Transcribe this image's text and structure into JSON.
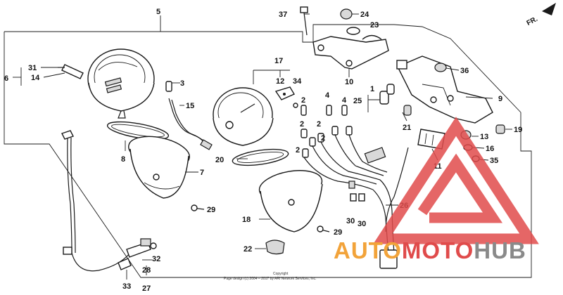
{
  "diagram": {
    "direction_label": "FR.",
    "copyright_lines": [
      "Copyright",
      "Page design (c) 2004 – 2017 by ARI Network Services, Inc."
    ],
    "callouts": [
      "1",
      "2",
      "3",
      "4",
      "5",
      "6",
      "7",
      "8",
      "9",
      "10",
      "11",
      "12",
      "13",
      "14",
      "15",
      "16",
      "17",
      "18",
      "19",
      "20",
      "21",
      "22",
      "23",
      "24",
      "25",
      "26",
      "27",
      "28",
      "29",
      "30",
      "31",
      "32",
      "33",
      "34",
      "35",
      "36",
      "37"
    ],
    "labels": {
      "c5": "5",
      "c6": "6",
      "c31": "31",
      "c14": "14",
      "c3": "3",
      "c15": "15",
      "c8": "8",
      "c7": "7",
      "c29a": "29",
      "c17": "17",
      "c12": "12",
      "c34": "34",
      "c2a": "2",
      "c2b": "2",
      "c2c": "2",
      "c2d": "2",
      "c2e": "2",
      "c4a": "4",
      "c4b": "4",
      "c20": "20",
      "c18": "18",
      "c29b": "29",
      "c22": "22",
      "c30a": "30",
      "c30b": "30",
      "c26": "26",
      "c32": "32",
      "c28": "28",
      "c33": "33",
      "c27": "27",
      "c37": "37",
      "c24": "24",
      "c23": "23",
      "c10": "10",
      "c36": "36",
      "c1": "1",
      "c25": "25",
      "c21": "21",
      "c9": "9",
      "c11": "11",
      "c13": "13",
      "c19": "19",
      "c16": "16",
      "c35": "35"
    }
  },
  "watermark": {
    "brand_part1": "AUTO",
    "brand_part2": "MOTO",
    "brand_part3": "HUB",
    "color_red": "#e04b4b",
    "color_orange": "#f2a33a",
    "color_gray": "#8a8a8a"
  }
}
